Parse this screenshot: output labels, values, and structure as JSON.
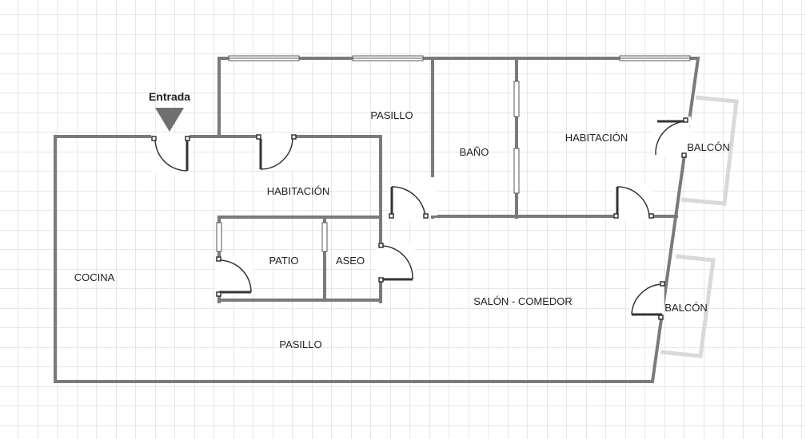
{
  "colors": {
    "background": "#ffffff",
    "grid": "#cfcfcf",
    "wall": "#7a7a7a",
    "balcony_rail": "#d9d9d9",
    "door": "#333333",
    "entrance_marker": "#6f6f6f",
    "text": "#222222"
  },
  "entrance": {
    "label": "Entrada",
    "icon": "down-triangle-icon"
  },
  "rooms": {
    "pasillo_top": "PASILLO",
    "habitacion_left": "HABITACIÓN",
    "bano": "BAÑO",
    "habitacion_right": "HABITACIÓN",
    "balcon_top": "BALCÓN",
    "cocina": "COCINA",
    "patio": "PATIO",
    "aseo": "ASEO",
    "salon_comedor": "SALÓN - COMEDOR",
    "balcon_bottom": "BALCÓN",
    "pasillo_bottom": "PASILLO"
  }
}
